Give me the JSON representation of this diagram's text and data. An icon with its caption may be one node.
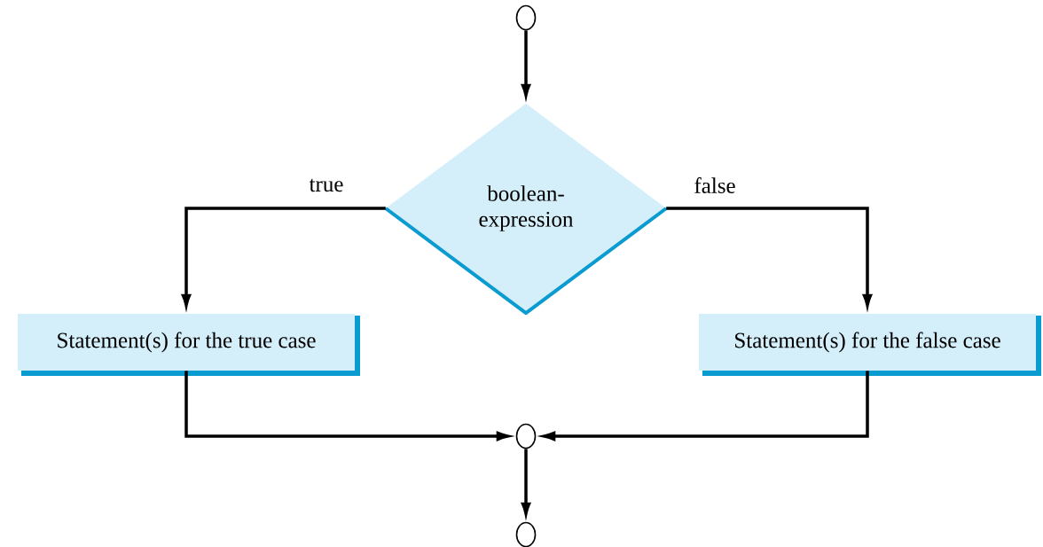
{
  "diagram": {
    "nodes": [
      {
        "text": [],
        "shape": "circle"
      },
      {
        "text": [
          "boolean- expression"
        ]
      },
      {
        "text": [
          "Statement(s) for the true case"
        ]
      },
      {
        "text": [
          "Statement(s) for the false case"
        ]
      },
      {
        "text": [],
        "shape": "circle"
      },
      {
        "text": [],
        "shape": "circle"
      }
    ],
    "edges": [
      {
        "from": 0,
        "to": 1,
        "arrow": "to"
      },
      {
        "from": 1,
        "to": 2,
        "arrow": "to",
        "label": "true"
      },
      {
        "from": 1,
        "to": 3,
        "arrow": "to",
        "label": "false"
      },
      {
        "from": 2,
        "to": 4,
        "arrow": "to"
      },
      {
        "from": 3,
        "to": 4,
        "arrow": "to"
      },
      {
        "from": 4,
        "to": 5,
        "arrow": "to"
      }
    ]
  }
}
